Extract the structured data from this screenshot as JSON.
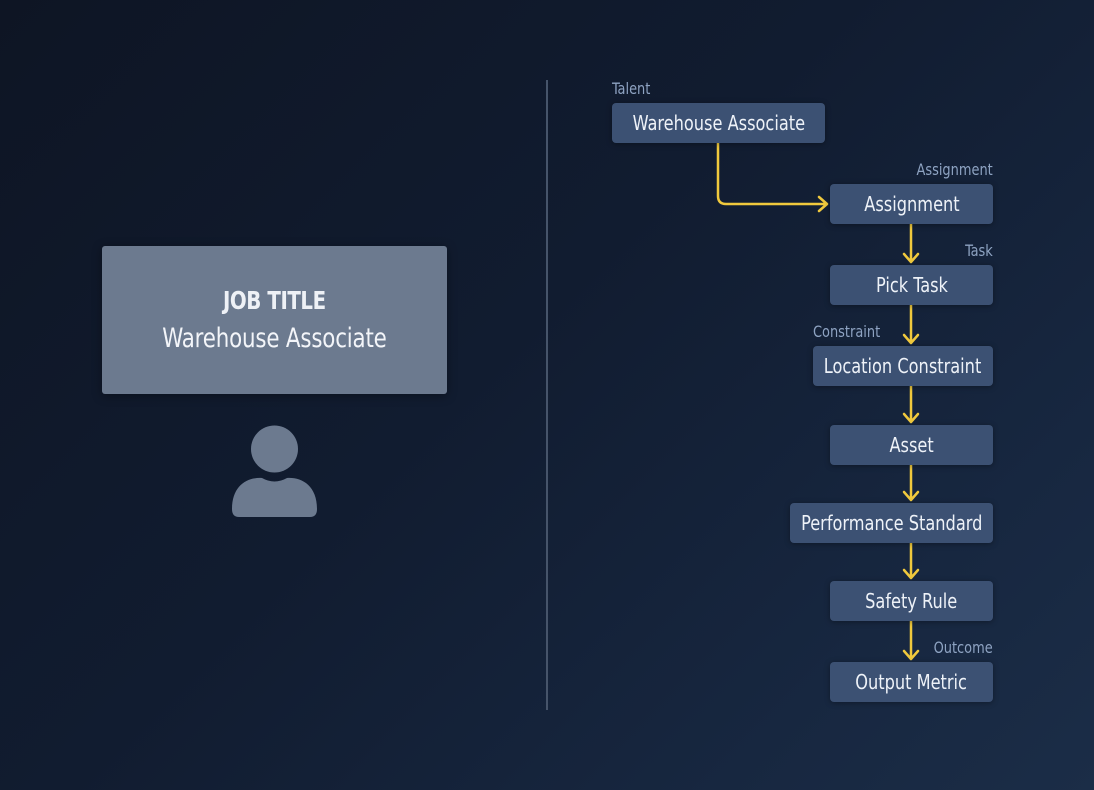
{
  "job_card": {
    "label": "JOB TITLE",
    "value": "Warehouse Associate"
  },
  "avatar": {
    "icon": "person-icon"
  },
  "flow": {
    "connector_color": "#f0c93d",
    "node_color": "#3c5173",
    "nodes": [
      {
        "id": "talent",
        "label": "Warehouse Associate",
        "type_label": "Talent"
      },
      {
        "id": "assignment",
        "label": "Assignment",
        "type_label": "Assignment"
      },
      {
        "id": "pick-task",
        "label": "Pick Task",
        "type_label": "Task"
      },
      {
        "id": "location-constraint",
        "label": "Location Constraint",
        "type_label": "Constraint"
      },
      {
        "id": "asset",
        "label": "Asset",
        "type_label": ""
      },
      {
        "id": "performance-standard",
        "label": "Performance Standard",
        "type_label": ""
      },
      {
        "id": "safety-rule",
        "label": "Safety Rule",
        "type_label": ""
      },
      {
        "id": "output-metric",
        "label": "Output Metric",
        "type_label": "Outcome"
      }
    ],
    "edges": [
      {
        "from": "talent",
        "to": "assignment"
      },
      {
        "from": "assignment",
        "to": "pick-task"
      },
      {
        "from": "pick-task",
        "to": "location-constraint"
      },
      {
        "from": "location-constraint",
        "to": "asset"
      },
      {
        "from": "asset",
        "to": "performance-standard"
      },
      {
        "from": "performance-standard",
        "to": "safety-rule"
      },
      {
        "from": "safety-rule",
        "to": "output-metric"
      }
    ]
  }
}
